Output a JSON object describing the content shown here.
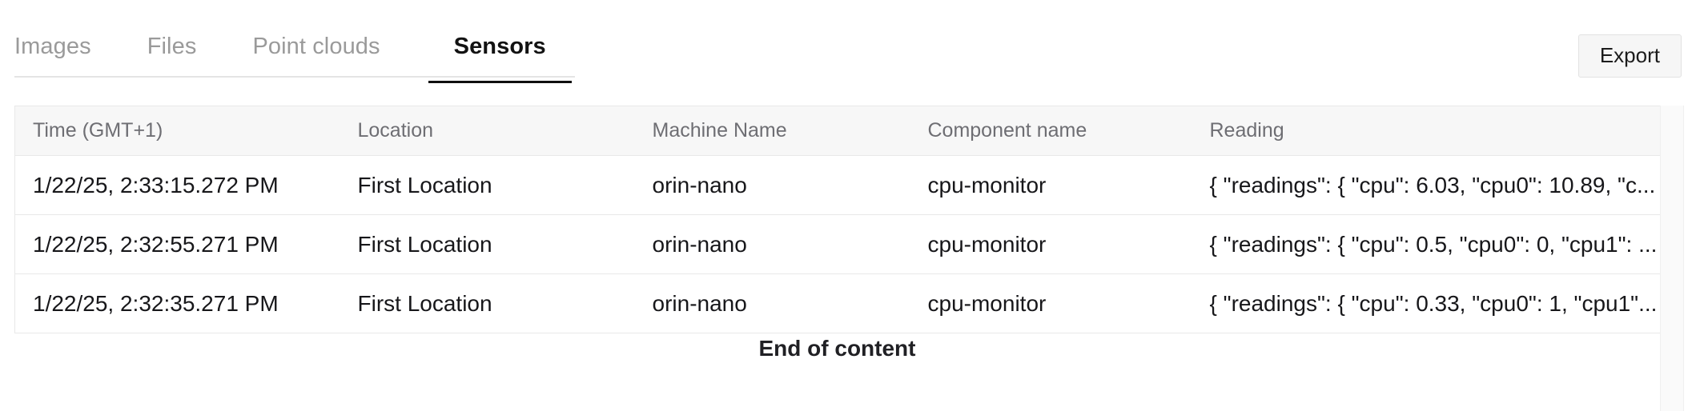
{
  "tabs": [
    {
      "label": "Images",
      "active": false
    },
    {
      "label": "Files",
      "active": false
    },
    {
      "label": "Point clouds",
      "active": false
    },
    {
      "label": "Sensors",
      "active": true
    }
  ],
  "toolbar": {
    "export_label": "Export"
  },
  "table": {
    "columns": [
      "Time (GMT+1)",
      "Location",
      "Machine Name",
      "Component name",
      "Reading"
    ],
    "rows": [
      {
        "time": "1/22/25, 2:33:15.272 PM",
        "location": "First Location",
        "machine": "orin-nano",
        "component": "cpu-monitor",
        "reading": "{ \"readings\": { \"cpu\": 6.03, \"cpu0\": 10.89, \"c..."
      },
      {
        "time": "1/22/25, 2:32:55.271 PM",
        "location": "First Location",
        "machine": "orin-nano",
        "component": "cpu-monitor",
        "reading": "{ \"readings\": { \"cpu\": 0.5, \"cpu0\": 0, \"cpu1\": ..."
      },
      {
        "time": "1/22/25, 2:32:35.271 PM",
        "location": "First Location",
        "machine": "orin-nano",
        "component": "cpu-monitor",
        "reading": "{ \"readings\": { \"cpu\": 0.33, \"cpu0\": 1, \"cpu1\"..."
      }
    ]
  },
  "footer": {
    "end_of_content": "End of content"
  },
  "colors": {
    "active_tab_text": "#121212",
    "inactive_tab_text": "#9a9a9a",
    "active_tab_underline": "#0f0f0f",
    "header_bg": "#f7f7f7",
    "header_text": "#6e6e73",
    "border": "#e8e8e8",
    "button_bg": "#f6f6f6"
  }
}
